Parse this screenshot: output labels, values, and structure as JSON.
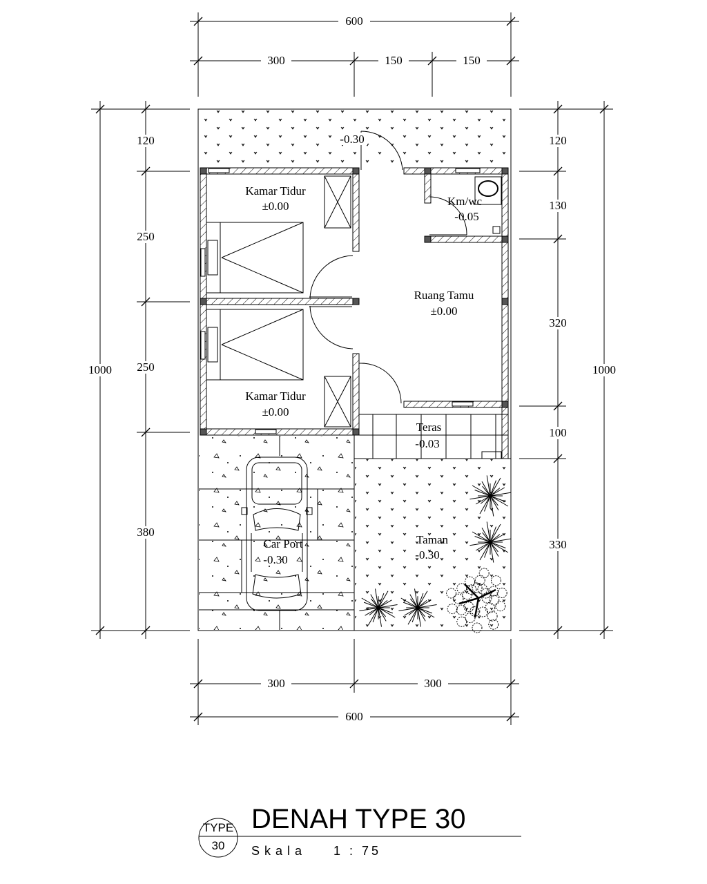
{
  "dimensions": {
    "top_total": "600",
    "top_segments": [
      "300",
      "150",
      "150"
    ],
    "bottom_segments": [
      "300",
      "300"
    ],
    "bottom_total": "600",
    "left_total": "1000",
    "left_segments": [
      "120",
      "250",
      "250",
      "380"
    ],
    "right_segments": [
      "120",
      "130",
      "320",
      "100",
      "330"
    ],
    "right_total": "1000"
  },
  "rooms": {
    "front_garden": {
      "level": "-0.30"
    },
    "bedroom_1": {
      "name": "Kamar Tidur",
      "level": "±0.00"
    },
    "bedroom_2": {
      "name": "Kamar Tidur",
      "level": "±0.00"
    },
    "bathroom": {
      "name": "Km/wc",
      "level": "-0.05"
    },
    "living_room": {
      "name": "Ruang Tamu",
      "level": "±0.00"
    },
    "terrace": {
      "name": "Teras",
      "level": "-0.03"
    },
    "carport": {
      "name": "Car Port",
      "level": "-0.30"
    },
    "garden": {
      "name": "Taman",
      "level": "-0.30"
    }
  },
  "title_block": {
    "badge_top": "TYPE",
    "badge_bottom": "30",
    "title": "DENAH TYPE 30",
    "scale_label": "Skala",
    "scale_value": "1 : 75"
  }
}
